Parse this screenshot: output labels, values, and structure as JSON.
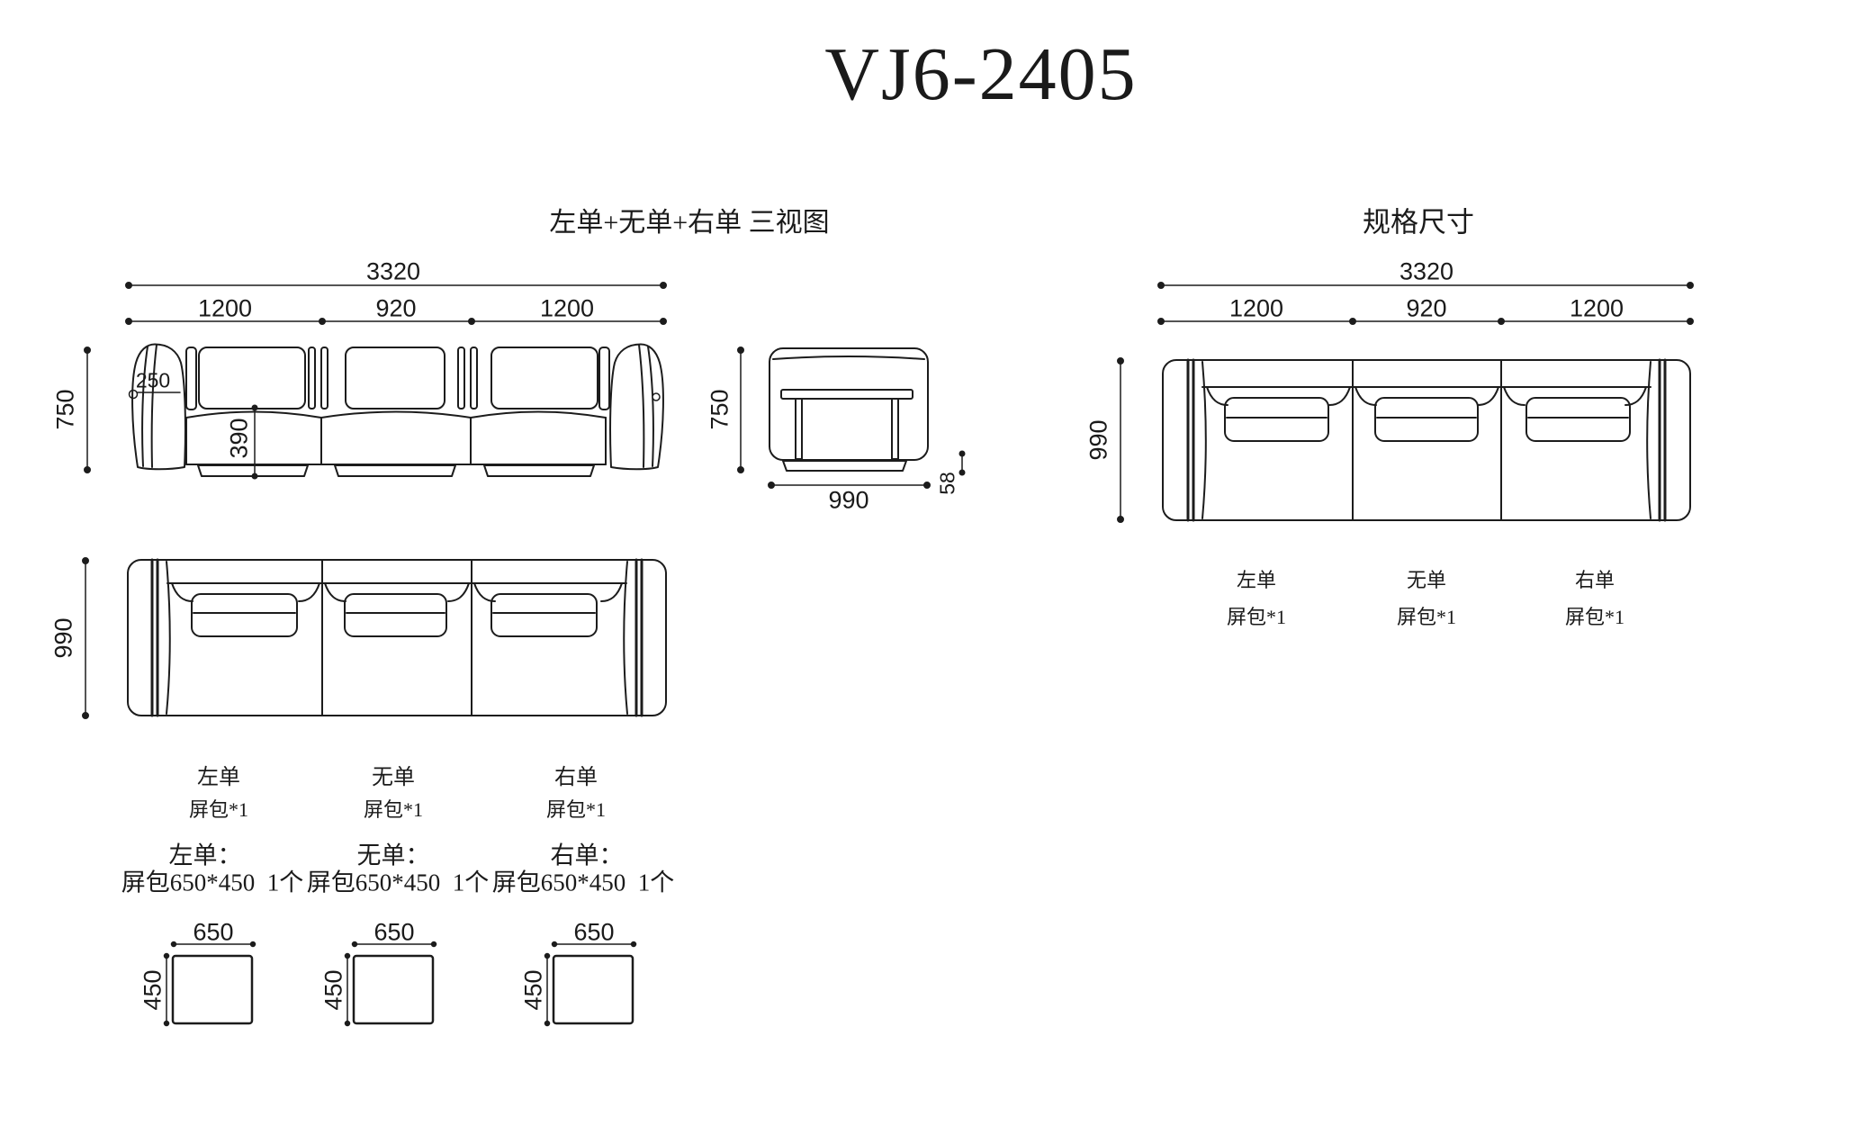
{
  "title": "VJ6-2405",
  "left_panel": {
    "heading": "左单+无单+右单 三视图",
    "front_view": {
      "dim_total": "3320",
      "dim_sections": [
        "1200",
        "920",
        "1200"
      ],
      "dim_height": "750",
      "dim_armrest": "250",
      "dim_seat_height": "390"
    },
    "side_view": {
      "dim_height": "750",
      "dim_depth": "990",
      "dim_plinth": "58"
    },
    "top_view": {
      "dim_depth": "990"
    },
    "sections": [
      {
        "name": "左单",
        "pack": "屏包*1"
      },
      {
        "name": "无单",
        "pack": "屏包*1"
      },
      {
        "name": "右单",
        "pack": "屏包*1"
      }
    ],
    "notes": [
      {
        "head": "左单：",
        "detail": "屏包650*450  1个"
      },
      {
        "head": "无单：",
        "detail": "屏包650*450  1个"
      },
      {
        "head": "右单：",
        "detail": "屏包650*450  1个"
      }
    ],
    "pillows": [
      {
        "w": "650",
        "h": "450"
      },
      {
        "w": "650",
        "h": "450"
      },
      {
        "w": "650",
        "h": "450"
      }
    ]
  },
  "right_panel": {
    "heading": "规格尺寸",
    "top_view": {
      "dim_total": "3320",
      "dim_sections": [
        "1200",
        "920",
        "1200"
      ],
      "dim_depth": "990"
    },
    "sections": [
      {
        "name": "左单",
        "pack": "屏包*1"
      },
      {
        "name": "无单",
        "pack": "屏包*1"
      },
      {
        "name": "右单",
        "pack": "屏包*1"
      }
    ]
  }
}
